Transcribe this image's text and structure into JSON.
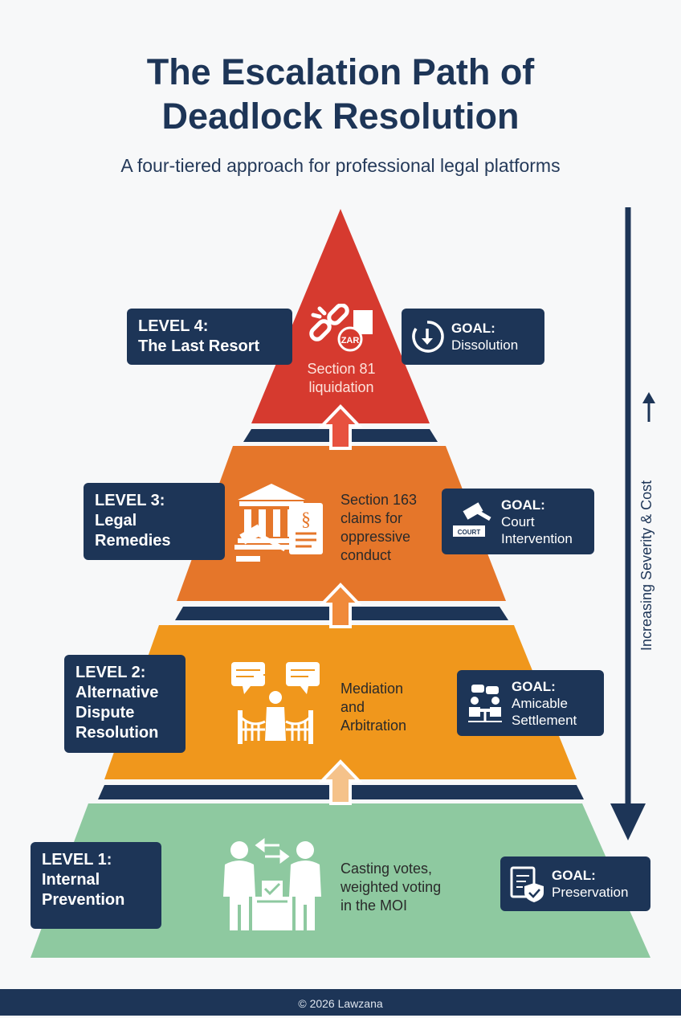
{
  "header": {
    "title_line1": "The Escalation Path of",
    "title_line2": "Deadlock Resolution",
    "subtitle": "A four-tiered approach for professional legal platforms"
  },
  "colors": {
    "navy": "#1d3557",
    "level4": "#d63a2f",
    "level3": "#e5762a",
    "level2": "#f0971c",
    "level1": "#8ec9a0",
    "background": "#f7f8f9"
  },
  "levels": [
    {
      "id": 4,
      "label_line1": "LEVEL 4:",
      "label_line2": "The Last Resort",
      "description_lines": [
        "Section 81",
        "liquidation"
      ],
      "icon": "broken-chain-icon",
      "icon_badge": "ZAR",
      "goal_label": "GOAL:",
      "goal_value_lines": [
        "Dissolution"
      ],
      "goal_icon": "timer-down-icon"
    },
    {
      "id": 3,
      "label_line1": "LEVEL 3:",
      "label_line2": "Legal",
      "label_line3": "Remedies",
      "description_lines": [
        "Section 163",
        "claims for",
        "oppressive",
        "conduct"
      ],
      "icon": "courthouse-gavel-icon",
      "icon_badge": "§",
      "goal_label": "GOAL:",
      "goal_value_lines": [
        "Court",
        "Intervention"
      ],
      "goal_icon": "court-gavel-icon",
      "goal_icon_badge": "COURT"
    },
    {
      "id": 2,
      "label_line1": "LEVEL 2:",
      "label_line2": "Alternative",
      "label_line3": "Dispute",
      "label_line4": "Resolution",
      "description_lines": [
        "Mediation",
        "and",
        "Arbitration"
      ],
      "icon": "mediator-bridge-icon",
      "goal_label": "GOAL:",
      "goal_value_lines": [
        "Amicable",
        "Settlement"
      ],
      "goal_icon": "meeting-table-icon"
    },
    {
      "id": 1,
      "label_line1": "LEVEL 1:",
      "label_line2": "Internal",
      "label_line3": "Prevention",
      "description_lines": [
        "Casting votes,",
        "weighted voting",
        "in the MOI"
      ],
      "icon": "voting-box-icon",
      "goal_label": "GOAL:",
      "goal_value_lines": [
        "Preservation"
      ],
      "goal_icon": "shield-document-icon"
    }
  ],
  "axis": {
    "label": "Increasing Severity & Cost"
  },
  "footer": {
    "text": "© 2026 Lawzana"
  }
}
